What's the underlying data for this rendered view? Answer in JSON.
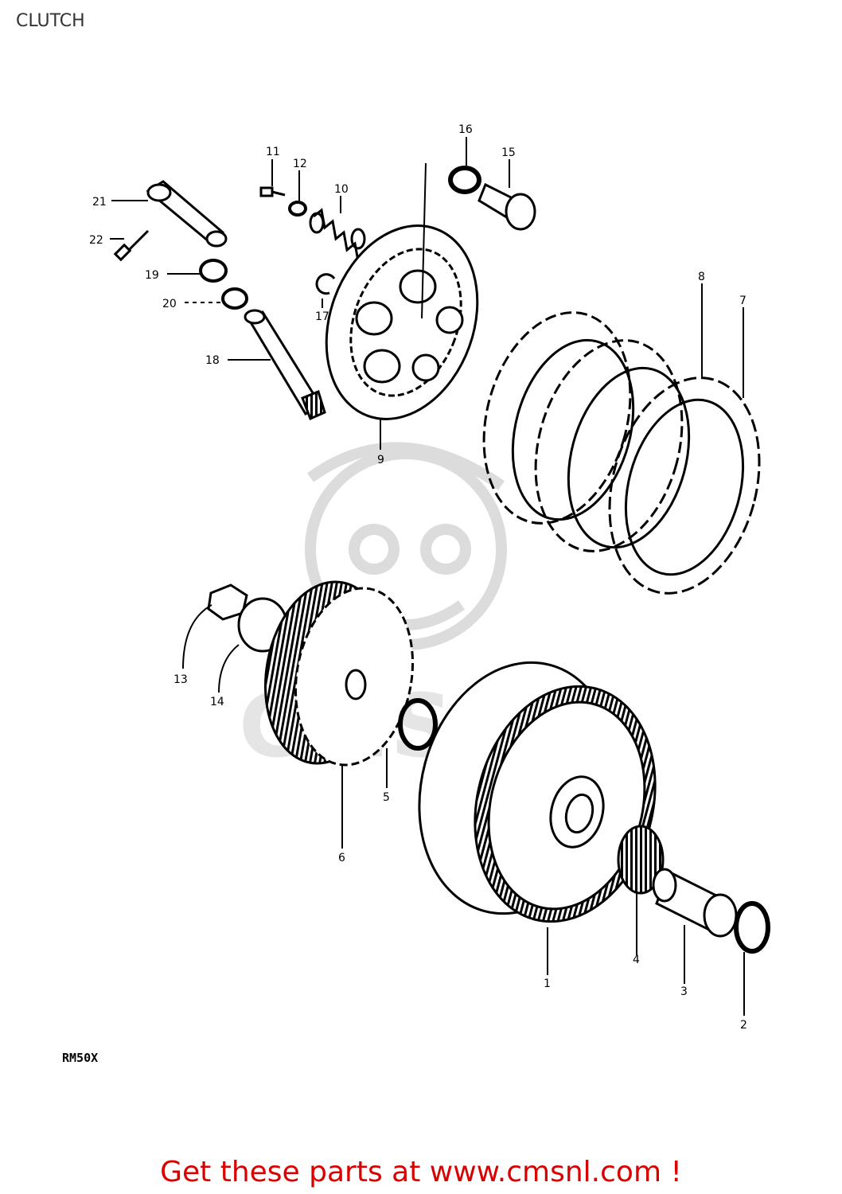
{
  "page": {
    "title": "CLUTCH",
    "model_code": "RM50X",
    "cta_text": "Get these parts at www.cmsnl.com !"
  },
  "callouts": [
    "1",
    "2",
    "3",
    "4",
    "5",
    "6",
    "7",
    "8",
    "9",
    "10",
    "11",
    "12",
    "13",
    "14",
    "15",
    "16",
    "17",
    "18",
    "19",
    "20",
    "21",
    "22"
  ],
  "watermark": {
    "icon": "cmsnl-mascot-watermark",
    "color": "#d9d9d9"
  },
  "colors": {
    "line": "#000000",
    "cta": "#d90000",
    "title": "#333333"
  }
}
